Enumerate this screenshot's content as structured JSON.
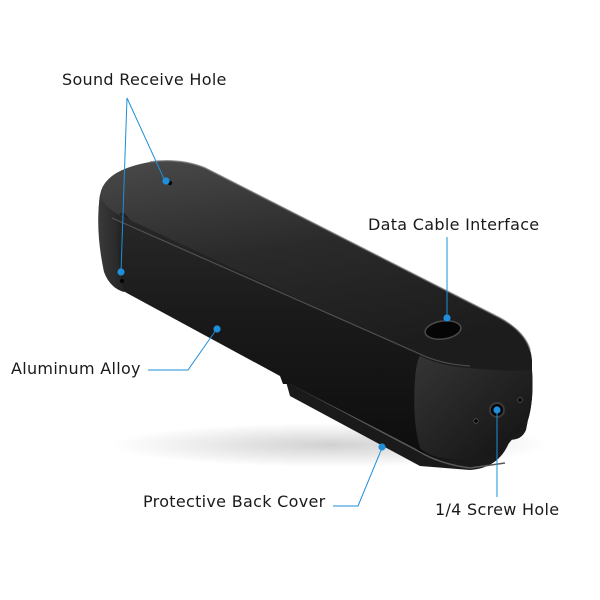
{
  "labels": {
    "sound_receive_hole": "Sound Receive Hole",
    "data_cable_interface": "Data Cable Interface",
    "aluminum_alloy": "Aluminum Alloy",
    "protective_back_cover": "Protective Back Cover",
    "screw_hole": "1/4 Screw Hole"
  },
  "colors": {
    "callout": "#1e8fd8",
    "body_dark": "#141414",
    "body_mid": "#2a2a2a",
    "body_light": "#4a4a4a",
    "text": "#1a1a1a"
  }
}
